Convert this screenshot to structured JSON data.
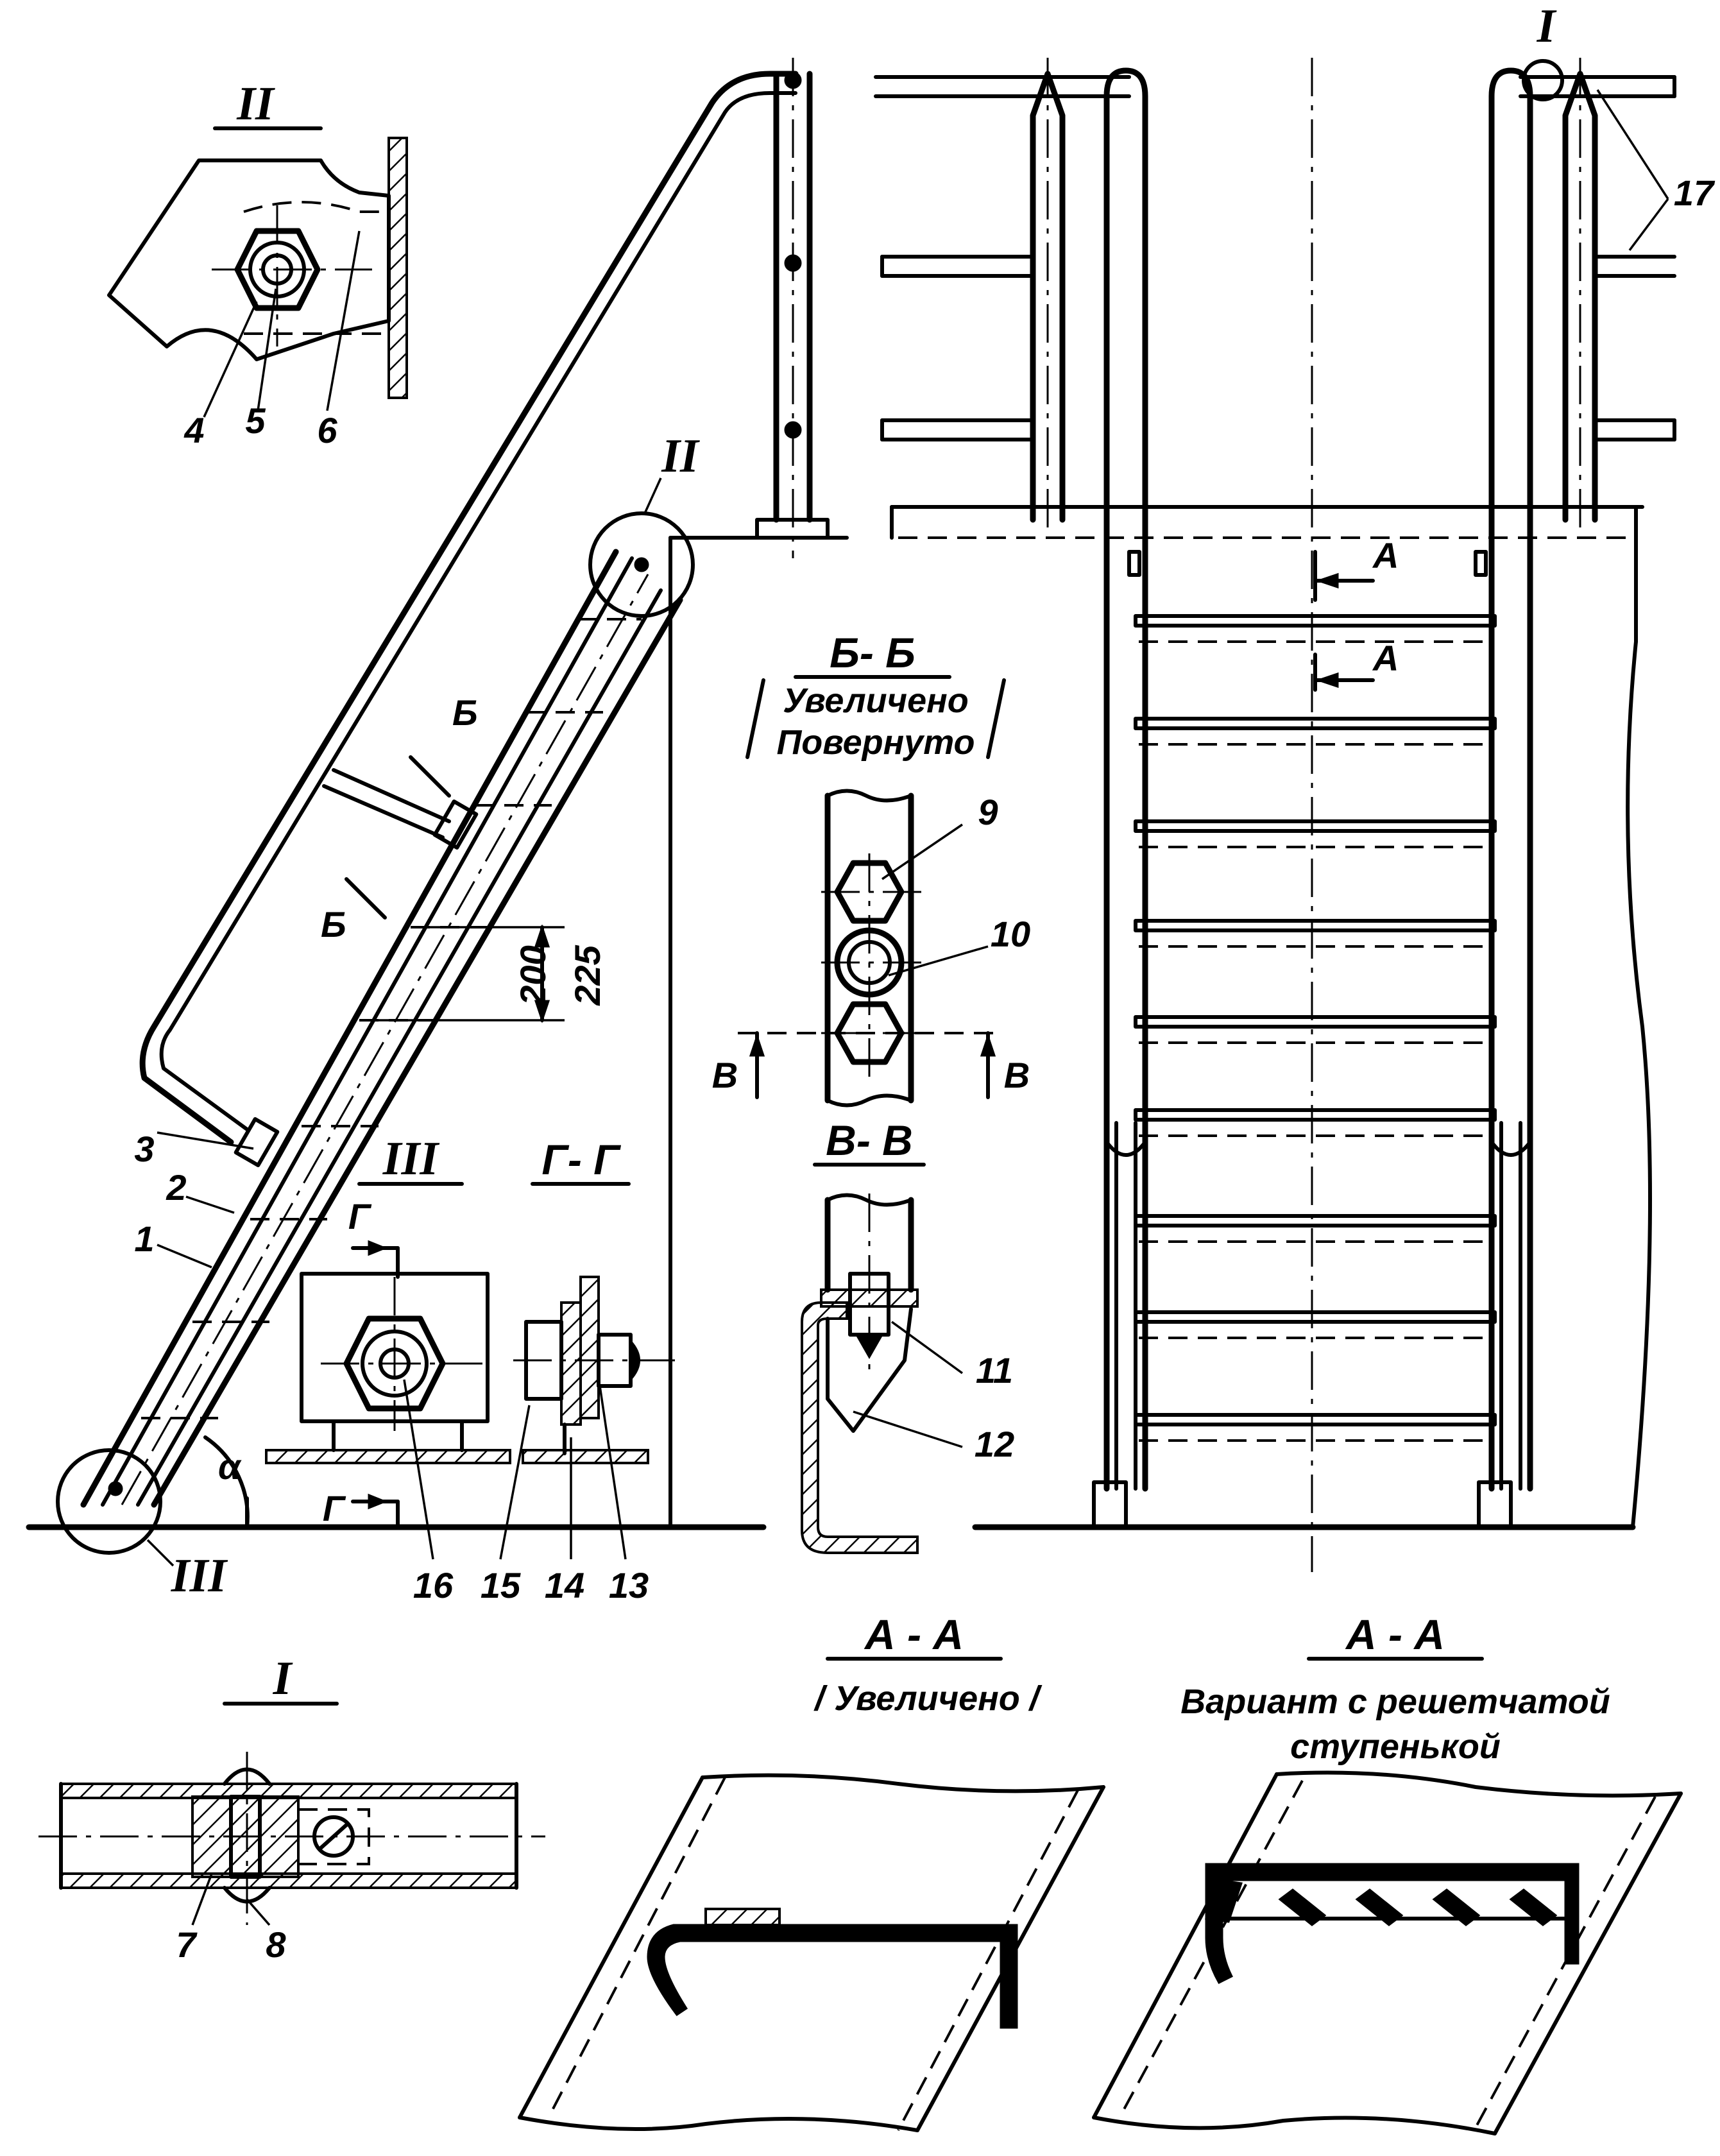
{
  "views": {
    "detail_II": {
      "title": "II",
      "parts": [
        "4",
        "5",
        "6"
      ]
    },
    "detail_III": {
      "title": "III",
      "parts": [
        "16"
      ]
    },
    "section_G": {
      "title": "Г- Г",
      "cut_mark": "Г",
      "parts": [
        "15",
        "14",
        "13"
      ]
    },
    "section_B": {
      "title": "Б- Б",
      "cut_mark": "Б",
      "note_1": "Увеличено",
      "note_2": "Повернуто",
      "parts": [
        "9",
        "10"
      ]
    },
    "section_V": {
      "title": "В- В",
      "cut_mark": "В",
      "parts": [
        "11",
        "12"
      ]
    },
    "detail_I": {
      "title": "I",
      "parts": [
        "7",
        "8"
      ]
    },
    "section_A": {
      "title": "А - А",
      "cut_mark": "А",
      "note": "/ Увеличено /"
    },
    "section_A_variant": {
      "title": "А - А",
      "note_1": "Вариант с решетчатой",
      "note_2": "ступенькой"
    }
  },
  "side_view": {
    "parts": [
      "1",
      "2",
      "3"
    ],
    "angle_label": "α",
    "dim_step_min": "200",
    "dim_step_max": "225",
    "callout_upper": "II",
    "callout_lower": "III"
  },
  "front_view": {
    "parts": [
      "17"
    ],
    "callout": "I"
  }
}
